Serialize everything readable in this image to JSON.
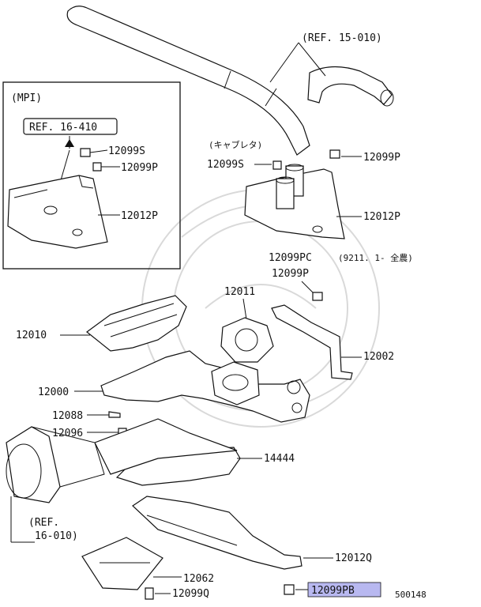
{
  "diagram": {
    "figure_code": "500148",
    "highlight_color": "#b8b8f0",
    "inset": {
      "title": "(MPI)",
      "ref": "REF. 16-410"
    },
    "refs": {
      "ref_15": "(REF. 15-010)",
      "ref_16a": "(REF.",
      "ref_16b": "16-010)"
    },
    "carb_note": "(キャブレタ)",
    "date_note": "(9211. 1- 全農)",
    "parts": {
      "p12099S_inset": "12099S",
      "p12099P_inset": "12099P",
      "p12012P_inset": "12012P",
      "p12099S": "12099S",
      "p12099P_right": "12099P",
      "p12012P": "12012P",
      "p12099PC": "12099PC",
      "p12099P_mid": "12099P",
      "p12011": "12011",
      "p12010": "12010",
      "p12002": "12002",
      "p12000": "12000",
      "p12088": "12088",
      "p12096": "12096",
      "p14444": "14444",
      "p12012Q": "12012Q",
      "p12062": "12062",
      "p12099Q": "12099Q",
      "p12099PB": "12099PB"
    }
  }
}
